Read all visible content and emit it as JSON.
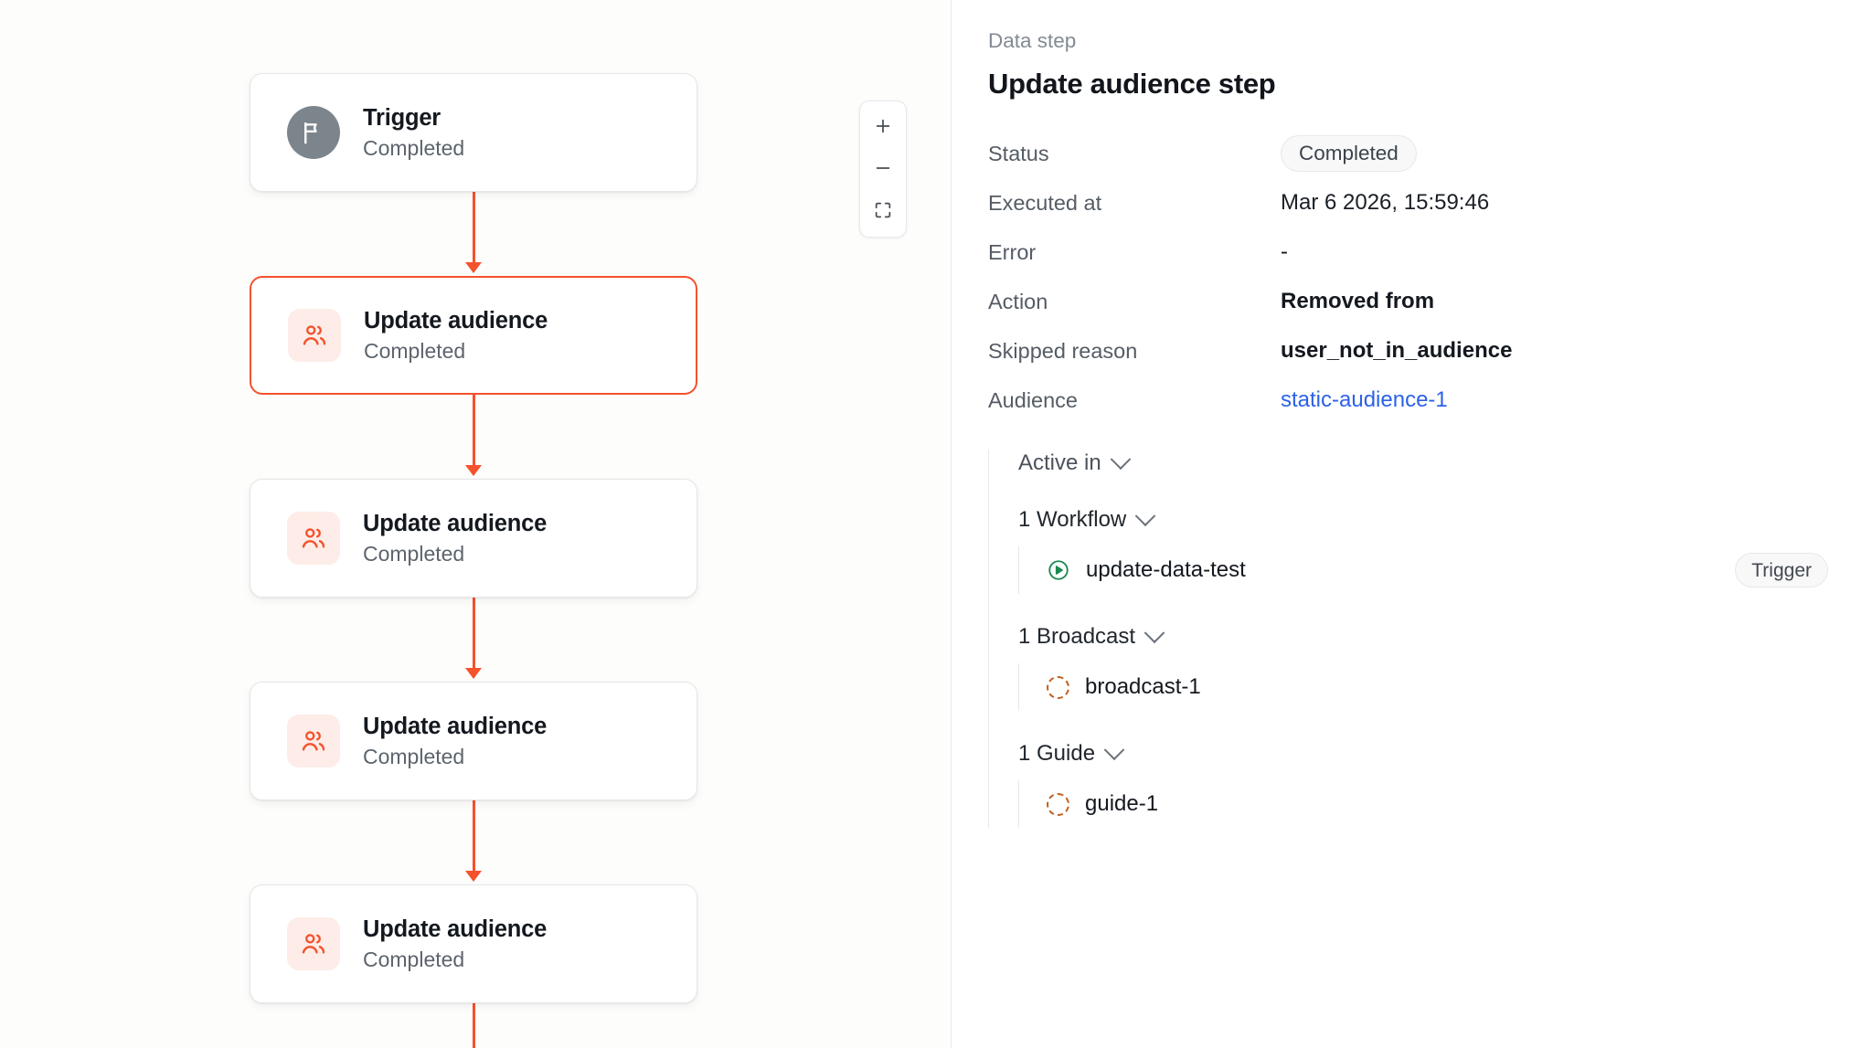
{
  "canvas": {
    "zoom_controls": {
      "zoom_in_label": "+",
      "zoom_out_label": "−",
      "fit_view_label": "fit-to-view"
    },
    "nodes": [
      {
        "title": "Trigger",
        "status": "Completed",
        "icon": "flag-icon",
        "selected": false
      },
      {
        "title": "Update audience",
        "status": "Completed",
        "icon": "users-icon",
        "selected": true
      },
      {
        "title": "Update audience",
        "status": "Completed",
        "icon": "users-icon",
        "selected": false
      },
      {
        "title": "Update audience",
        "status": "Completed",
        "icon": "users-icon",
        "selected": false
      },
      {
        "title": "Update audience",
        "status": "Completed",
        "icon": "users-icon",
        "selected": false
      }
    ]
  },
  "panel": {
    "eyebrow": "Data step",
    "title": "Update audience step",
    "details": [
      {
        "label": "Status",
        "value": "Completed",
        "kind": "pill"
      },
      {
        "label": "Executed at",
        "value": "Mar 6 2026, 15:59:46",
        "kind": "text"
      },
      {
        "label": "Error",
        "value": "-",
        "kind": "text"
      },
      {
        "label": "Action",
        "value": "Removed from",
        "kind": "text"
      },
      {
        "label": "Skipped reason",
        "value": "user_not_in_audience",
        "kind": "text"
      },
      {
        "label": "Audience",
        "value": "static-audience-1",
        "kind": "link"
      }
    ],
    "active_in": {
      "label": "Active in",
      "groups": [
        {
          "label": "1 Workflow",
          "items": [
            {
              "name": "update-data-test",
              "icon": "play-circle-icon",
              "badge": "Trigger"
            }
          ]
        },
        {
          "label": "1 Broadcast",
          "items": [
            {
              "name": "broadcast-1",
              "icon": "dashed-circle-icon",
              "badge": ""
            }
          ]
        },
        {
          "label": "1 Guide",
          "items": [
            {
              "name": "guide-1",
              "icon": "dashed-circle-icon",
              "badge": ""
            }
          ]
        }
      ]
    }
  },
  "colors": {
    "accent_orange": "#f4522d",
    "link_blue": "#2c62e8",
    "workflow_green": "#1a8a4e",
    "dashed_orange": "#c0601f",
    "trigger_gray": "#7d858c",
    "canvas_bg": "#fdfdfb"
  }
}
